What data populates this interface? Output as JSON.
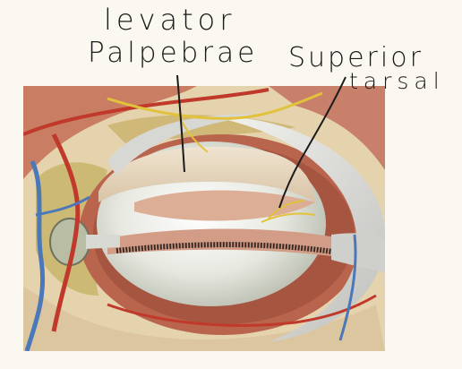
{
  "labels": {
    "levator": "levator",
    "palpebrae": "Palpebrae",
    "superior": "Superior",
    "tarsal": "tarsal"
  },
  "colors": {
    "background": "#fbf7f1",
    "tissue": "#e6d5b0",
    "fat": "#cdb76a",
    "muscle": "#c9826a",
    "artery": "#c0392b",
    "vein": "#4a78b8",
    "nerve": "#e2c23b",
    "eyeball": "#e9eae3",
    "fascia": "#dcdcdc",
    "ink": "#1b1b1b"
  }
}
